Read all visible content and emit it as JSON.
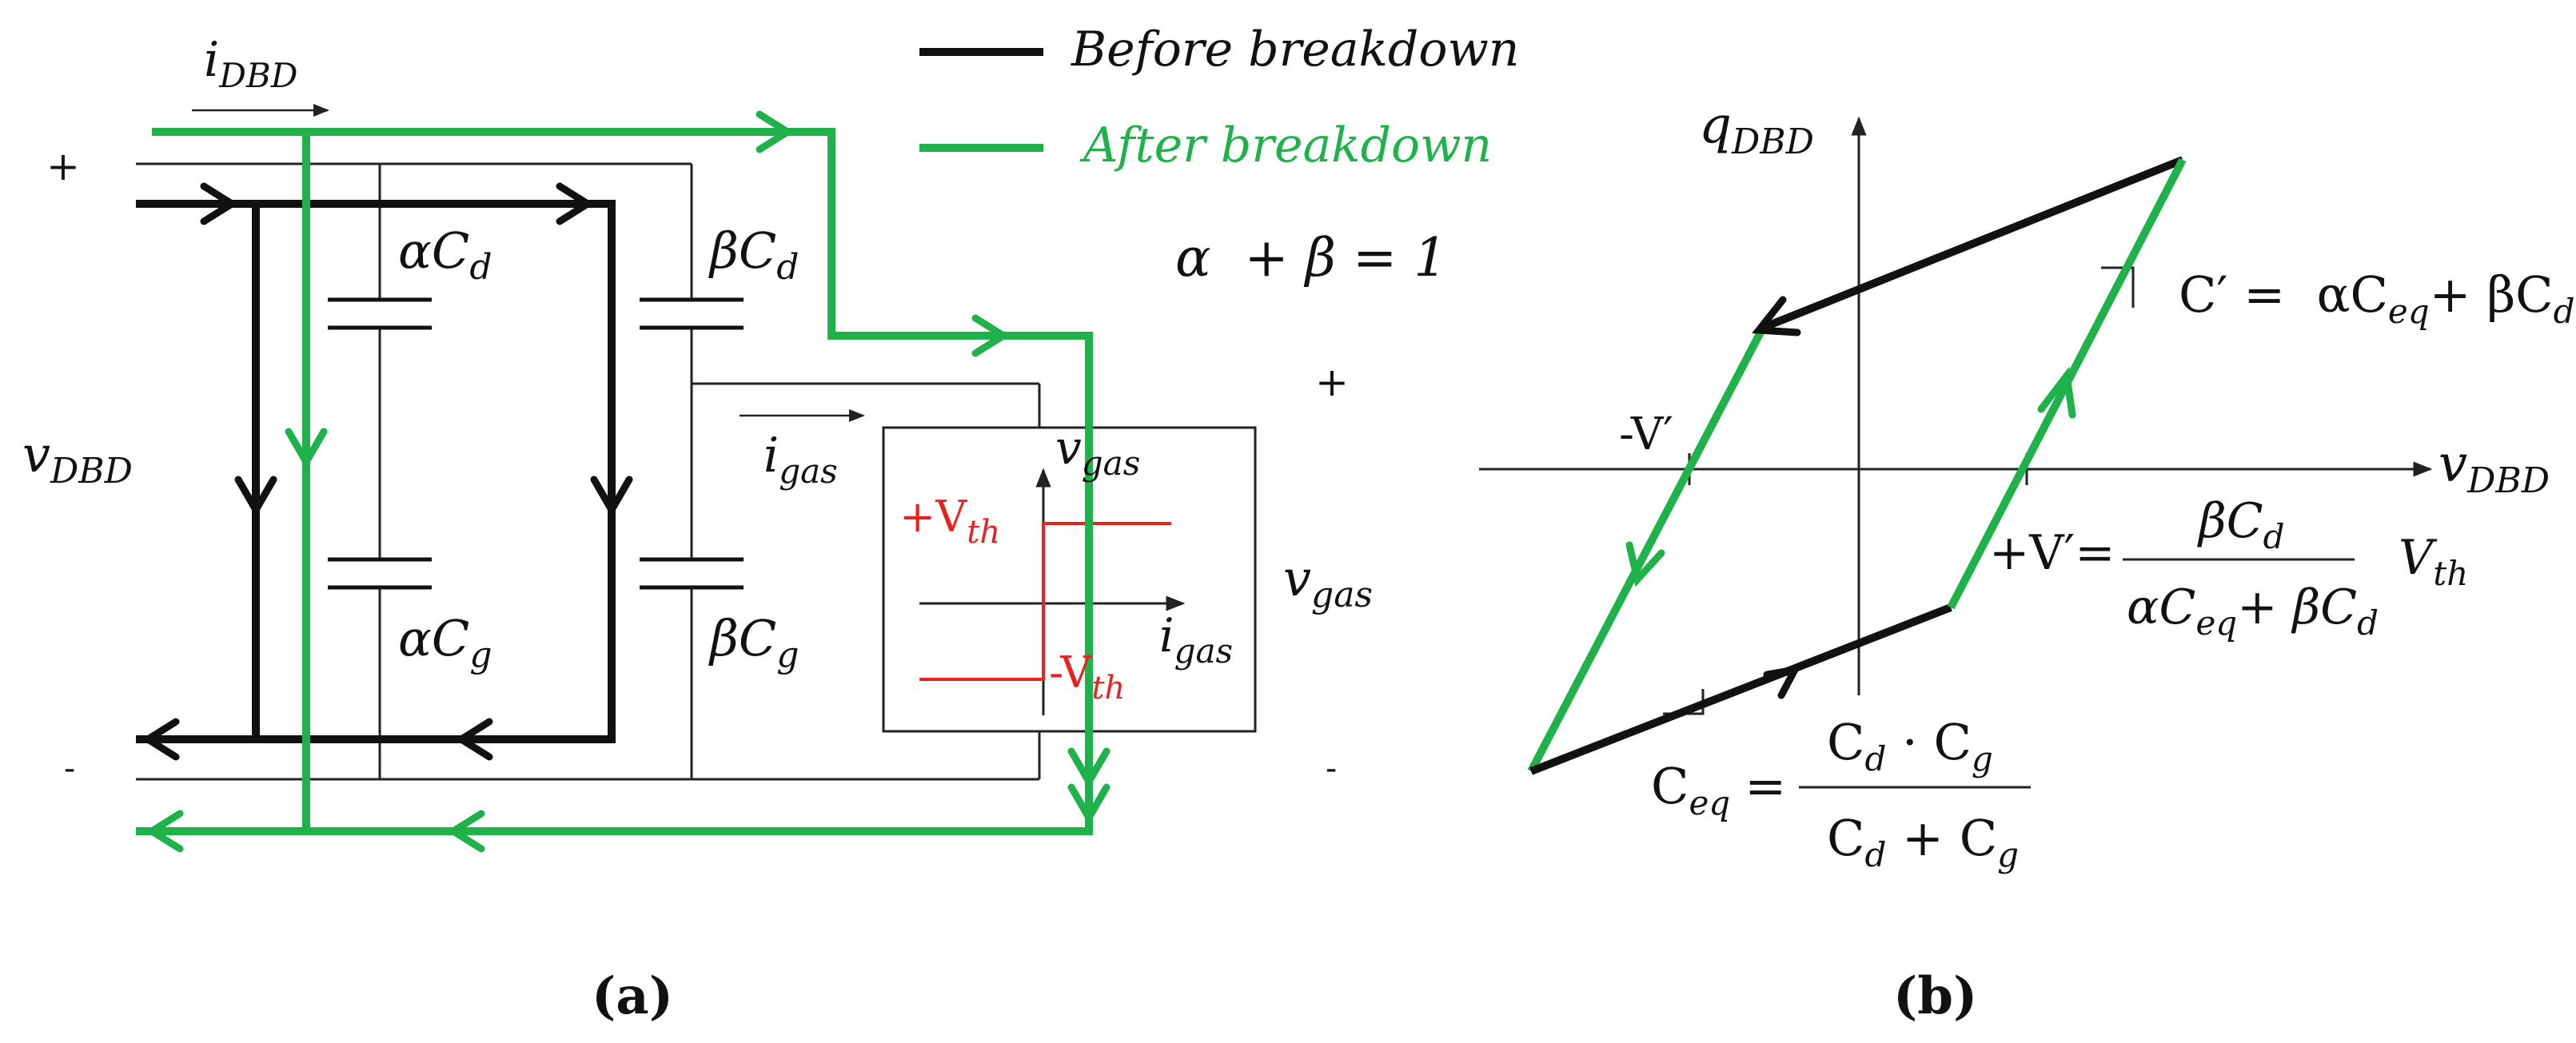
{
  "colors": {
    "before": "#111111",
    "after": "#1fb24a",
    "threshold": "#e8231f",
    "wire": "#222222"
  },
  "legend": {
    "before_label": "Before breakdown",
    "after_label": "After breakdown"
  },
  "circuit": {
    "current_label_main": "i",
    "current_label_main_sub": "DBD",
    "plus_sign": "+",
    "minus_sign": "-",
    "voltage_main": "v",
    "voltage_main_sub": "DBD",
    "cap_alpha_d": "αC",
    "cap_alpha_d_sub": "d",
    "cap_alpha_g": "αC",
    "cap_alpha_g_sub": "g",
    "cap_beta_d": "βC",
    "cap_beta_d_sub": "d",
    "cap_beta_g": "βC",
    "cap_beta_g_sub": "g",
    "identity": "α  + β = 1",
    "gas_current": "i",
    "gas_current_sub": "gas",
    "gas_voltage": "v",
    "gas_voltage_sub": "gas",
    "plus_right": "+",
    "minus_right": "-",
    "gas_voltage_right": "v",
    "gas_voltage_right_sub": "gas",
    "inset": {
      "y_axis_label": "v",
      "y_axis_label_sub": "gas",
      "x_axis_label": "i",
      "x_axis_label_sub": "gas",
      "upper_level": "+V",
      "upper_level_sub": "th",
      "lower_level": "-V",
      "lower_level_sub": "th"
    }
  },
  "qv_plot": {
    "y_axis_label": "q",
    "y_axis_label_sub": "DBD",
    "x_axis_label": "v",
    "x_axis_label_sub": "DBD",
    "neg_intercept": "-V′",
    "pos_intercept": "+V′=",
    "pos_intercept_num": "βC",
    "pos_intercept_num_sub": "d",
    "pos_intercept_den_a": "αC",
    "pos_intercept_den_a_sub": "eq",
    "pos_intercept_den_plus": "+ βC",
    "pos_intercept_den_b_sub": "d",
    "pos_intercept_vth": "V",
    "pos_intercept_vth_sub": "th",
    "cprime_lhs": "C′ =  αC",
    "cprime_eq_sub": "eq",
    "cprime_plus": "+ βC",
    "cprime_d_sub": "d",
    "ceq_lhs": "C",
    "ceq_lhs_sub": "eq",
    "ceq_eq": "=",
    "ceq_num_a": "C",
    "ceq_num_a_sub": "d",
    "ceq_num_dot": " · C",
    "ceq_num_b_sub": "g",
    "ceq_den_a": "C",
    "ceq_den_a_sub": "d",
    "ceq_den_plus": " + C",
    "ceq_den_b_sub": "g"
  },
  "panels": {
    "a_label": "(a)",
    "b_label": "(b)"
  }
}
